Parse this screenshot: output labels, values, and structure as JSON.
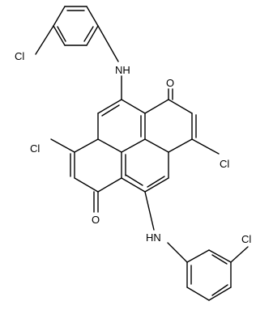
{
  "structure": {
    "atoms": {
      "cl_top_left": "Cl",
      "nh_top": "NH",
      "o_top": "O",
      "cl_mid_left": "Cl",
      "cl_mid_right": "Cl",
      "o_bottom": "O",
      "hn_bottom": "HN",
      "cl_bottom_right": "Cl"
    }
  },
  "colors": {
    "ink": "#000000",
    "background": "#ffffff"
  }
}
